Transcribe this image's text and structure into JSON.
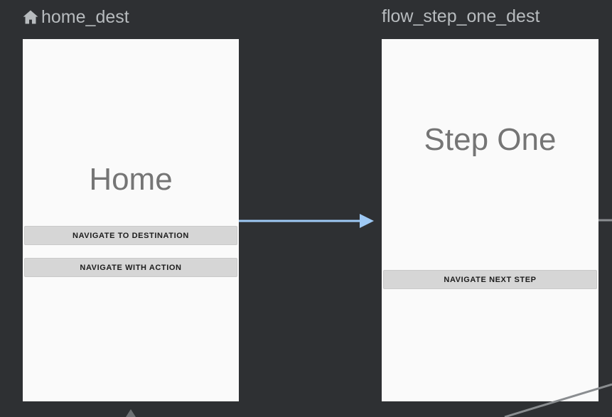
{
  "theme": {
    "canvas_background": "#2e3033",
    "card_background": "#fafafa",
    "header_text_color": "#b7bbbe",
    "screen_title_color": "#757575",
    "button_background": "#d6d6d6",
    "button_border": "#c9c9c9",
    "button_text_color": "#1c1c1c",
    "action_edge_color": "#9ec9f5",
    "plain_edge_color": "#8a8d90"
  },
  "destinations": [
    {
      "id": "home_dest",
      "header": {
        "label": "home_dest",
        "icon": "home-icon",
        "is_start_destination": true
      },
      "screen": {
        "title": "Home",
        "buttons": [
          {
            "label": "NAVIGATE TO DESTINATION"
          },
          {
            "label": "NAVIGATE WITH ACTION"
          }
        ]
      }
    },
    {
      "id": "flow_step_one_dest",
      "header": {
        "label": "flow_step_one_dest",
        "icon": null,
        "is_start_destination": false
      },
      "screen": {
        "title": "Step One",
        "buttons": [
          {
            "label": "NAVIGATE NEXT STEP"
          }
        ]
      }
    }
  ],
  "edges": [
    {
      "id": "home-to-flow-step-one",
      "from": "home_dest",
      "to": "flow_step_one_dest",
      "style": "solid-arrow",
      "color": "#9ec9f5",
      "direction": "right"
    },
    {
      "id": "stub-right-offscreen",
      "from": "flow_step_one_dest",
      "to": null,
      "style": "solid-line",
      "color": "#8a8d90",
      "direction": "right"
    },
    {
      "id": "diagonal-bottom-offscreen",
      "from": null,
      "to": null,
      "style": "solid-line",
      "color": "#8a8d90",
      "direction": "diagonal"
    },
    {
      "id": "marker-bottom-home",
      "from": null,
      "to": "home_dest",
      "style": "arrowhead",
      "color": "#6d7073",
      "direction": "up"
    }
  ]
}
